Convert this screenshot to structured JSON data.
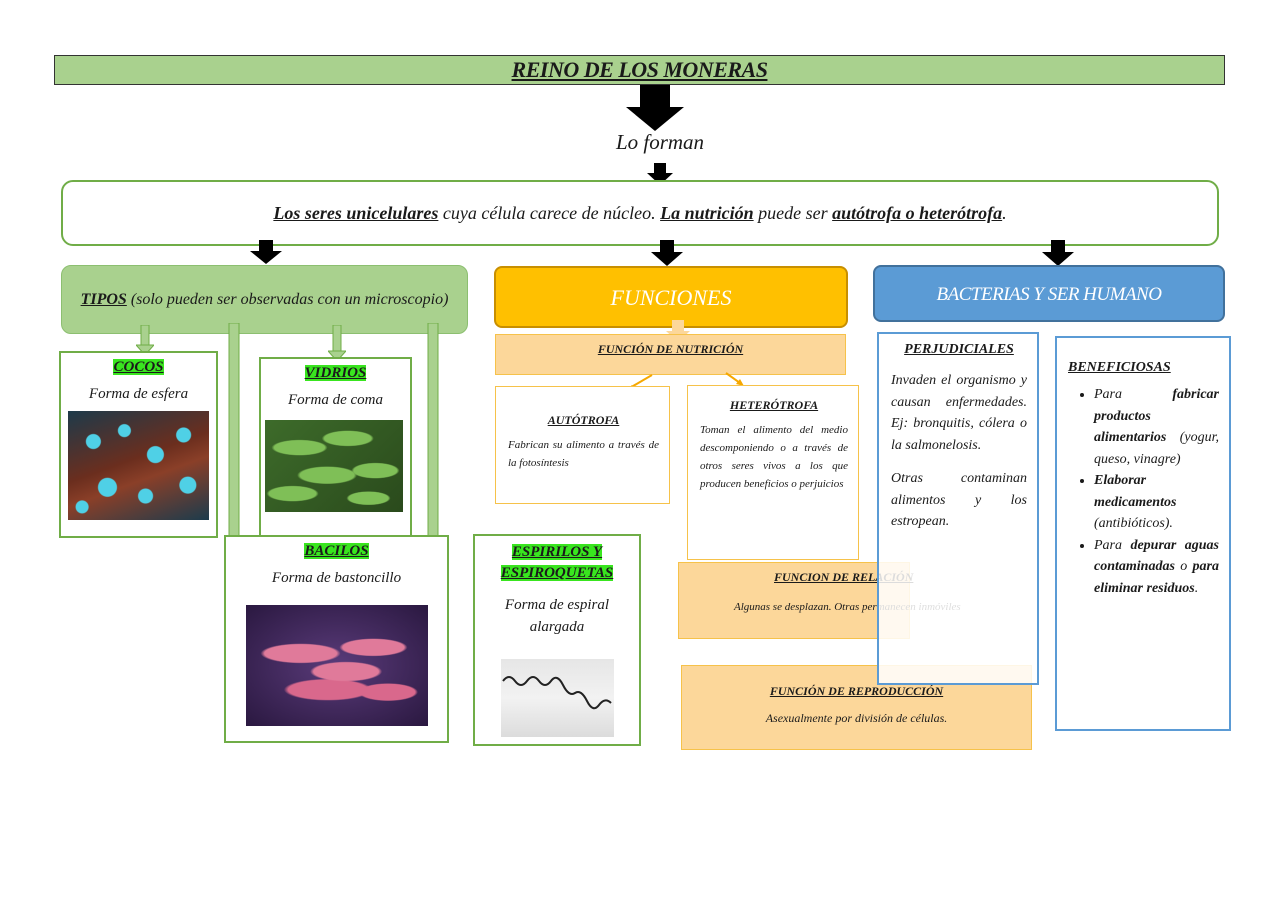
{
  "title": "REINO DE LOS MONERAS",
  "connector_text": "Lo forman",
  "main": {
    "part1": "Los seres unicelulares",
    "part2": " cuya célula carece de núcleo. ",
    "part3": "La nutrición",
    "part4": " puede ser ",
    "part5": "autótrofa o heterótrofa",
    "part6": "."
  },
  "tipos": {
    "label": "TIPOS",
    "note": " (solo pueden ser observadas con un microscopio)",
    "cocos": {
      "title": "COCOS",
      "desc": "Forma de esfera"
    },
    "vidrios": {
      "title": "VIDRIOS",
      "desc": "Forma de coma"
    },
    "bacilos": {
      "title": "BACILOS",
      "desc": "Forma de bastoncillo"
    },
    "espirilos": {
      "title_line1": "ESPIRILOS Y",
      "title_line2": "ESPIROQUETAS",
      "desc_line1": "Forma de espiral",
      "desc_line2": "alargada"
    }
  },
  "funciones": {
    "label": "FUNCIONES",
    "nutricion_title": "FUNCIÓN DE NUTRICIÓN",
    "autotrofa": {
      "title": "AUTÓTROFA",
      "text": "Fabrican su alimento a través de la fotosíntesis"
    },
    "heterotrofa": {
      "title": "HETERÓTROFA",
      "text": "Toman el alimento del medio descomponiendo o a través de otros seres vivos a los que producen beneficios o perjuicios"
    },
    "relacion": {
      "title": "FUNCION DE RELACIÓN",
      "text": "Algunas se desplazan. Otras permanecen inmóviles"
    },
    "reproduccion": {
      "title": "FUNCIÓN DE REPRODUCCIÓN",
      "text": "Asexualmente por división de células."
    }
  },
  "bacterias": {
    "label": "BACTERIAS Y SER HUMANO",
    "perjudiciales": {
      "title": "PERJUDICIALES",
      "text1": "Invaden el organismo y causan enfermedades. Ej: bronquitis, cólera o la salmonelosis.",
      "text2": "Otras contaminan alimentos y los estropean."
    },
    "beneficiosas": {
      "title": "BENEFICIOSAS",
      "item1_a": "Para ",
      "item1_b": "fabricar productos alimentarios",
      "item1_c": " (yogur, queso, vinagre)",
      "item2_a": "Elaborar medicamentos",
      "item2_b": " (antibióticos).",
      "item3_a": "Para ",
      "item3_b": "depurar aguas contaminadas",
      "item3_c": " o ",
      "item3_d": "para eliminar residuos",
      "item3_e": "."
    }
  },
  "colors": {
    "green_light": "#a9d18e",
    "green_border": "#70ad47",
    "orange": "#ffc000",
    "orange_light": "#fcd79a",
    "blue": "#5b9bd5",
    "highlight": "#39e51f"
  }
}
